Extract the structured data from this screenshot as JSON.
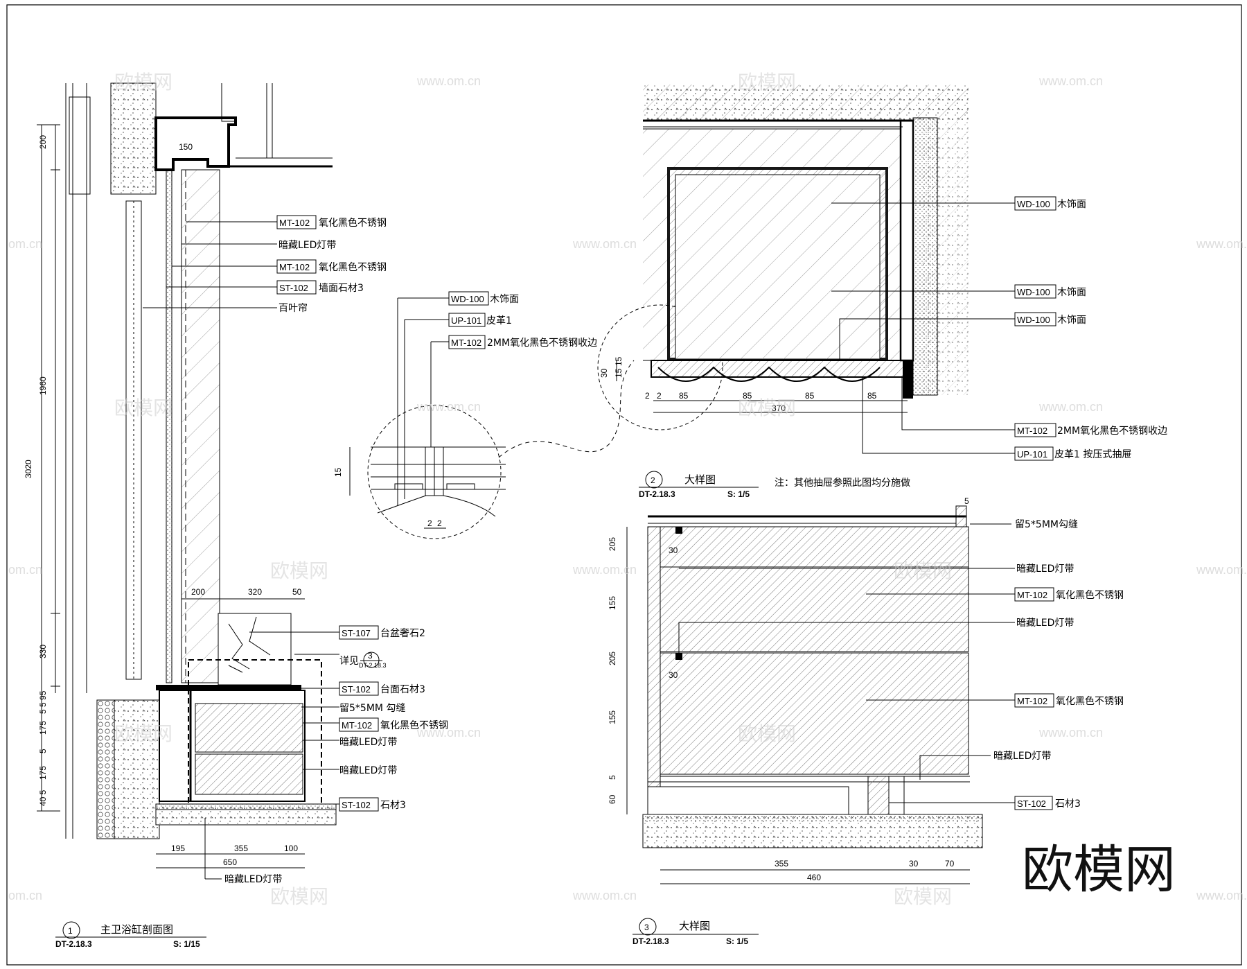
{
  "watermark": {
    "brand": "欧模网",
    "url": "www.om.cn",
    "url_partial": "om.cn"
  },
  "drawing1": {
    "title": "主卫浴缸剖面图",
    "number": "1",
    "sheet": "DT-2.18.3",
    "scale": "S: 1/15",
    "dims_vertical": [
      "200",
      "1960",
      "3020",
      "330",
      "5 5 95",
      "175",
      "5",
      "175",
      "40 5"
    ],
    "dims_top": [
      "150"
    ],
    "dims_counter": [
      "200",
      "320",
      "50"
    ],
    "dims_bottom": [
      "195",
      "355",
      "100",
      "650"
    ],
    "callouts": [
      {
        "code": "MT-102",
        "text": "氧化黑色不锈钢"
      },
      {
        "code": "",
        "text": "暗藏LED灯带"
      },
      {
        "code": "MT-102",
        "text": "氧化黑色不锈钢"
      },
      {
        "code": "ST-102",
        "text": "墙面石材3"
      },
      {
        "code": "",
        "text": "百叶帘"
      },
      {
        "code": "ST-107",
        "text": "台盆奢石2"
      },
      {
        "code": "",
        "text": "详见"
      },
      {
        "code": "ST-102",
        "text": "台面石材3"
      },
      {
        "code": "",
        "text": "留5*5MM 勾缝"
      },
      {
        "code": "MT-102",
        "text": "氧化黑色不锈钢"
      },
      {
        "code": "",
        "text": "暗藏LED灯带"
      },
      {
        "code": "",
        "text": "暗藏LED灯带"
      },
      {
        "code": "ST-102",
        "text": "石材3"
      }
    ],
    "bottom_label": "暗藏LED灯带",
    "detail_ref": {
      "number": "3",
      "sheet": "DT-2.18.3"
    }
  },
  "detail_circle": {
    "callouts": [
      {
        "code": "WD-100",
        "text": "木饰面"
      },
      {
        "code": "UP-101",
        "text": "皮革1"
      },
      {
        "code": "MT-102",
        "text": "2MM氧化黑色不锈钢收边"
      }
    ],
    "dims": [
      "15",
      "2",
      "2"
    ]
  },
  "drawing2": {
    "title": "大样图",
    "number": "2",
    "sheet": "DT-2.18.3",
    "scale": "S: 1/5",
    "note": "注：其他抽屉参照此图均分施做",
    "dims_left": [
      "30",
      "15",
      "15"
    ],
    "dims_bottom": [
      "2",
      "2",
      "85",
      "85",
      "85",
      "85",
      "370"
    ],
    "callouts": [
      {
        "code": "WD-100",
        "text": "木饰面"
      },
      {
        "code": "WD-100",
        "text": "木饰面"
      },
      {
        "code": "WD-100",
        "text": "木饰面"
      },
      {
        "code": "MT-102",
        "text": "2MM氧化黑色不锈钢收边"
      },
      {
        "code": "UP-101",
        "text": "皮革1 按压式抽屉"
      }
    ]
  },
  "drawing3": {
    "title": "大样图",
    "number": "3",
    "sheet": "DT-2.18.3",
    "scale": "S: 1/5",
    "dims_left": [
      "205",
      "155",
      "205",
      "155",
      "5",
      "60"
    ],
    "dims_inner": [
      "30",
      "30"
    ],
    "dims_top": [
      "5"
    ],
    "dims_bottom": [
      "355",
      "30",
      "70",
      "460"
    ],
    "callouts": [
      {
        "code": "",
        "text": "留5*5MM勾缝"
      },
      {
        "code": "",
        "text": "暗藏LED灯带"
      },
      {
        "code": "MT-102",
        "text": "氧化黑色不锈钢"
      },
      {
        "code": "",
        "text": "暗藏LED灯带"
      },
      {
        "code": "MT-102",
        "text": "氧化黑色不锈钢"
      },
      {
        "code": "",
        "text": "暗藏LED灯带"
      },
      {
        "code": "ST-102",
        "text": "石材3"
      }
    ]
  },
  "logo_text": "欧模网"
}
